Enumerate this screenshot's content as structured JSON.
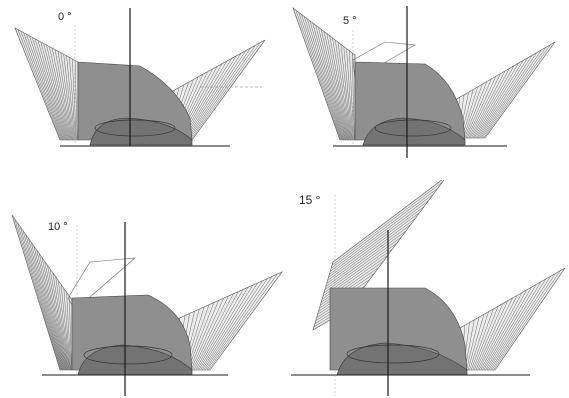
{
  "figure": {
    "panels": [
      {
        "id": "panel-0",
        "angle_label": "0 °"
      },
      {
        "id": "panel-5",
        "angle_label": "5 °"
      },
      {
        "id": "panel-10",
        "angle_label": "10 °"
      },
      {
        "id": "panel-15",
        "angle_label": "15 °"
      }
    ],
    "colors": {
      "body_fill": "#8a8a8a",
      "body_dark": "#6f6f6f",
      "hatch": "#5c5c5c",
      "axis": "#1a1a1a",
      "background": "#ffffff"
    }
  }
}
